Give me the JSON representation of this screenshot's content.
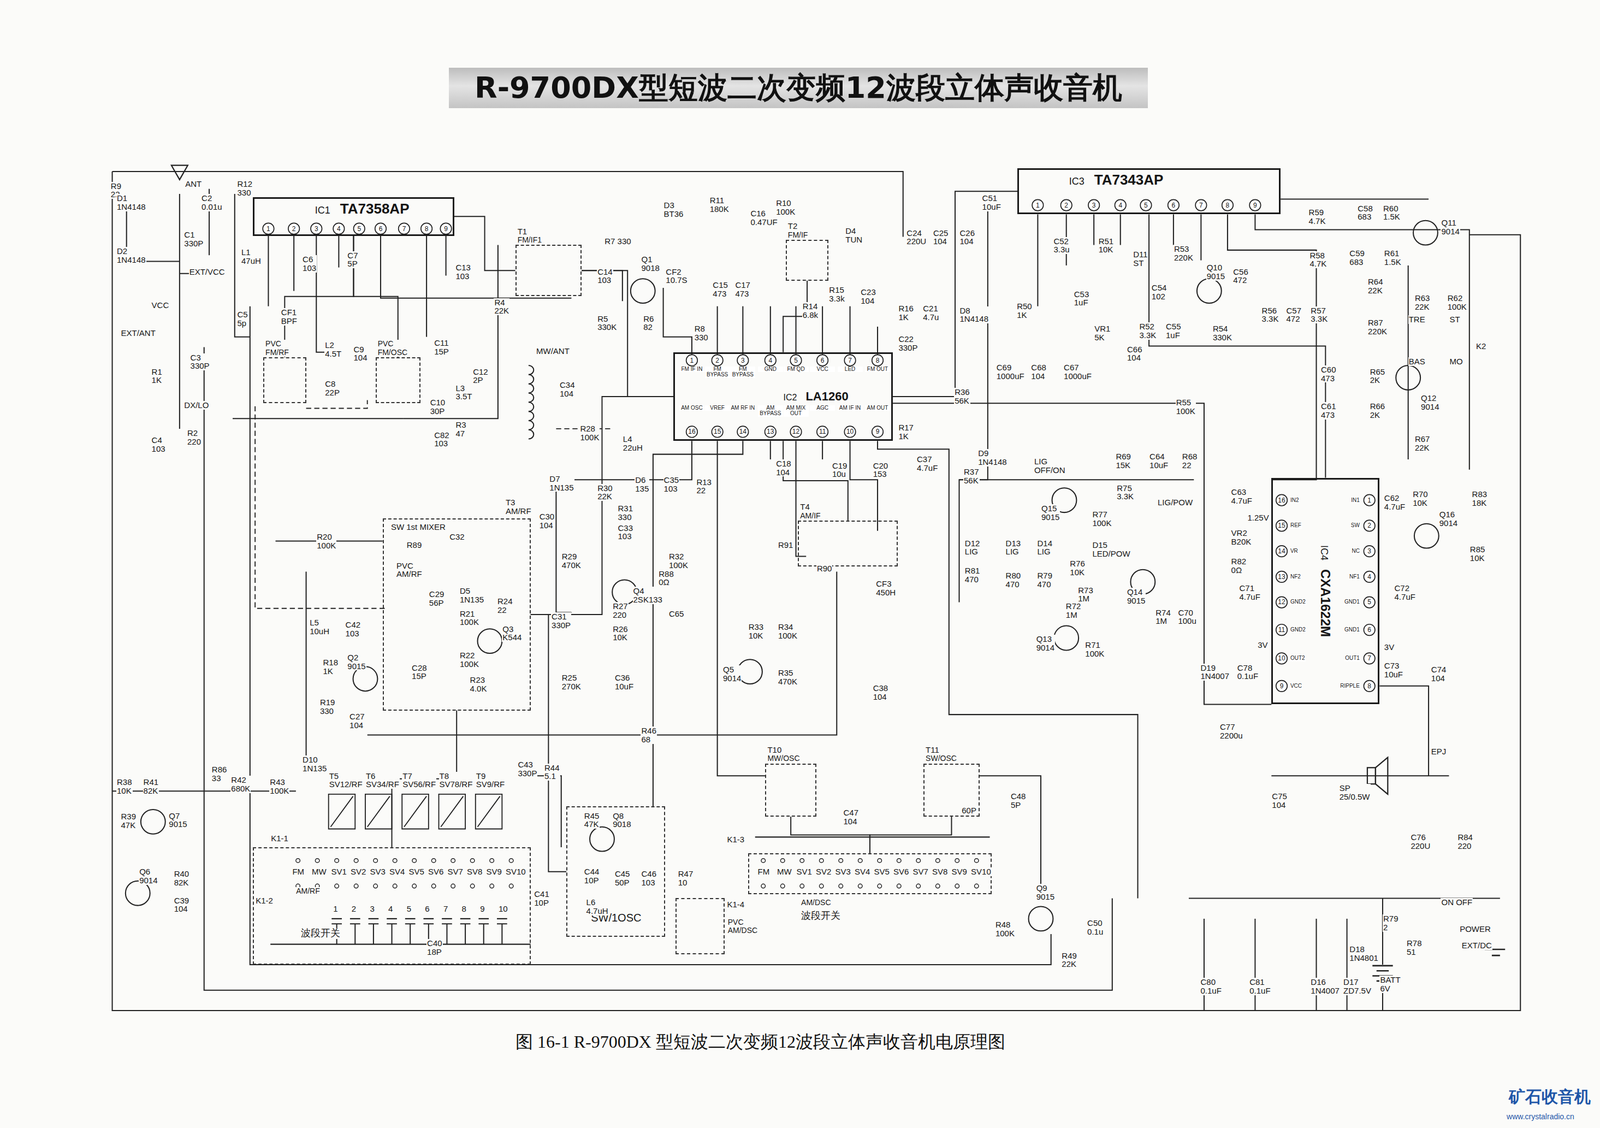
{
  "diagram": {
    "title": "R-9700DX型短波二次变频12波段立体声收音机",
    "caption": "图 16-1  R-9700DX 型短波二次变频12波段立体声收音机电原理图",
    "nodes": [
      {
        "text": [
          "IC1",
          "TA7358AP"
        ]
      },
      {
        "text": [
          "PVC",
          "FM/RF"
        ]
      },
      {
        "text": [
          "PVC",
          "FM/OSC"
        ]
      },
      {
        "text": [
          "T1",
          "FM/IF1"
        ]
      },
      {
        "text": [
          "T2",
          "FM/IF"
        ]
      },
      {
        "text": [
          "IC2",
          "LA1260"
        ]
      },
      {
        "text": [
          "IC3",
          "TA7343AP"
        ]
      },
      {
        "text": [
          "SW 1st MIXER"
        ]
      },
      {
        "text": [
          "T4",
          "AM/IF"
        ]
      },
      {
        "text": [
          "IC4",
          "CXA1622M"
        ]
      },
      {
        "text": [
          "SW/1OSC"
        ]
      },
      {
        "text": [
          "T10",
          "MW/OSC"
        ]
      },
      {
        "text": [
          "T11",
          "SW/OSC"
        ]
      },
      {
        "text": [
          "AM/RF",
          "波段开关"
        ]
      },
      {
        "text": [
          "PVC",
          "AM/DSC"
        ]
      },
      {
        "text": [
          "AM/DSC",
          "波段开关"
        ]
      }
    ],
    "edges": [
      {
        "from": 0,
        "to": 3,
        "arrow": "none"
      },
      {
        "from": 3,
        "to": 5,
        "arrow": "none"
      },
      {
        "from": 5,
        "to": 4,
        "arrow": "none"
      },
      {
        "from": 5,
        "to": 8,
        "arrow": "none"
      },
      {
        "from": 5,
        "to": 6,
        "arrow": "none"
      },
      {
        "from": 6,
        "to": 9,
        "arrow": "none"
      },
      {
        "from": 7,
        "to": 5,
        "arrow": "none"
      },
      {
        "from": 10,
        "to": 7,
        "arrow": "none"
      },
      {
        "from": 15,
        "to": 11,
        "arrow": "none"
      },
      {
        "from": 15,
        "to": 12,
        "arrow": "none"
      },
      {
        "from": 1,
        "to": 0,
        "arrow": "none"
      },
      {
        "from": 2,
        "to": 0,
        "arrow": "none"
      },
      {
        "from": 13,
        "to": 7,
        "arrow": "none"
      }
    ],
    "labels": [
      "R9 22",
      "D1 1N4148",
      "D2 1N4148",
      "ANT",
      "C1 330P",
      "C2 0.01u",
      "R12 330",
      "L1 47uH",
      "EXT/VCC",
      "VCC",
      "EXT/ANT",
      "C3 330P",
      "R1 1K",
      "DX/LO",
      "C4 103",
      "R2 220",
      "C5 5p",
      "CF1 BPF",
      "C6 103",
      "C7 5P",
      "L2 4.5T",
      "C9 104",
      "C8 22P",
      "C11 15P",
      "C12 2P",
      "L3 3.5T",
      "C10 30P",
      "R3 47",
      "C82 103",
      "C13 103",
      "1",
      "2",
      "3",
      "4",
      "5",
      "6",
      "7",
      "8",
      "9",
      "R7 330",
      "C14 103",
      "Q1 9018",
      "CF2 10.7S",
      "R4 22K",
      "R5 330K",
      "R6 82",
      "D3 BT36",
      "R11 180K",
      "C16 0.47UF",
      "R10 100K",
      "C15 473",
      "C17 473",
      "R8 330",
      "D4 TUN",
      "R15 3.3k",
      "R14 6.8k",
      "C23 104",
      "C24 220U",
      "C25 104",
      "C26 104",
      "R16 1K",
      "C21 4.7u",
      "C22 330P",
      "D8 1N4148",
      "1",
      "2",
      "3",
      "4",
      "5",
      "6",
      "7",
      "8",
      "FM IF IN",
      "FM BYPASS",
      "FM BYPASS",
      "GND",
      "FM QD",
      "VCC",
      "LED",
      "FM OUT",
      "16",
      "15",
      "14",
      "13",
      "12",
      "11",
      "10",
      "9",
      "AM OSC",
      "VREF",
      "AM RF IN",
      "AM BYPASS",
      "AM MIX OUT",
      "AGC",
      "AM IF IN",
      "AM OUT",
      "MW/ANT",
      "C34 104",
      "R28 100K",
      "L4 22uH",
      "C18 104",
      "C19 10u",
      "C20 153",
      "R17 1K",
      "C37 4.7uF",
      "D9 1N4148",
      "R37 56K",
      "R36 56K",
      "D7 1N135",
      "C30 104",
      "R30 22K",
      "D6 135",
      "C35 103",
      "R31 330",
      "C33 103",
      "R29 470K",
      "R13 22",
      "R32 100K",
      "R88 0Ω",
      "Q4 2SK133",
      "C65",
      "R27 220",
      "C31 330P",
      "R26 10K",
      "R25 270K",
      "C36 10uF",
      "R91",
      "R90",
      "CF3 450H",
      "R33 10K",
      "R34 100K",
      "Q5 9014",
      "R35 470K",
      "C38 104",
      "T3 AM/RF",
      "R89",
      "C32",
      "PVC AM/RF",
      "C29 56P",
      "D5 1N135",
      "R24 22",
      "R21 100K",
      "Q3 K544",
      "C28 15P",
      "R22 100K",
      "R23 4.0K",
      "Q2 9015",
      "R20 100K",
      "L5 10uH",
      "C42 103",
      "R18 1K",
      "R19 330",
      "C27 104",
      "R46 68",
      "C43 330P",
      "R44 5.1",
      "D10 1N135",
      "R86 33",
      "R38 10K",
      "R41 82K",
      "R39 47K",
      "Q7 9015",
      "R42 680K",
      "R43 100K",
      "Q6 9014",
      "R40 82K",
      "C39 104",
      "T5 SV12/RF",
      "T6 SV34/RF",
      "T7 SV56/RF",
      "T8 SV78/RF",
      "T9 SV9/RF",
      "K1-1",
      "K1-2",
      "FM",
      "MW",
      "SV1",
      "SV2",
      "SV3",
      "SV4",
      "SV5",
      "SV6",
      "SV7",
      "SV8",
      "SV9",
      "SV10",
      "1",
      "2",
      "3",
      "4",
      "5",
      "6",
      "7",
      "8",
      "9",
      "10",
      "C41 10P",
      "C40 18P",
      "R45 47K",
      "Q8 9018",
      "C44 10P",
      "C45 50P",
      "C46 103",
      "L6 4.7uH",
      "K1-3",
      "K1-4",
      "R47 10",
      "FM",
      "MW",
      "SV1",
      "SV2",
      "SV3",
      "SV4",
      "SV5",
      "SV6",
      "SV7",
      "SV8",
      "SV9",
      "SV10",
      "C47 104",
      "C48 5P",
      "60P",
      "Q9 9015",
      "R48 100K",
      "R49 22K",
      "C50 0.1u",
      "1",
      "2",
      "3",
      "4",
      "5",
      "6",
      "7",
      "8",
      "9",
      "C51 10uF",
      "C52 3.3u",
      "R50 1K",
      "C53 1uF",
      "R51 10K",
      "D11 ST",
      "C54 102",
      "R53 220K",
      "Q10 9015",
      "R54 330K",
      "VR1 5K",
      "R52 3.3K",
      "C55 1uF",
      "C66 104",
      "C69 1000uF",
      "C68 104",
      "C67 1000uF",
      "C56 472",
      "R59 4.7K",
      "C58 683",
      "R60 1.5K",
      "Q11 9014",
      "R58 4.7K",
      "C59 683",
      "R61 1.5K",
      "R64 22K",
      "R63 22K",
      "R62 100K",
      "R56 3.3K",
      "C57 472",
      "R57 3.3K",
      "R87 220K",
      "TRE",
      "ST",
      "BAS",
      "MO",
      "K2",
      "C60 473",
      "R65 2K",
      "Q12 9014",
      "C61 473",
      "R66 2K",
      "R67 22K",
      "R55 100K",
      "LIG OFF/ON",
      "R69 15K",
      "C64 10uF",
      "R68 22",
      "R75 3.3K",
      "Q15 9015",
      "R77 100K",
      "LIG/POW",
      "D15 LED/POW",
      "D12 LIG",
      "R81 470",
      "D13 LIG",
      "R80 470",
      "D14 LIG",
      "R79 470",
      "R76 10K",
      "R73 1M",
      "R72 1M",
      "Q14 9015",
      "R74 1M",
      "C70 100u",
      "Q13 9014",
      "R71 100K",
      "VR2 B20K",
      "R82 0Ω",
      "C71 4.7uF",
      "C63 4.7uF",
      "1.25V",
      "16",
      "15",
      "14",
      "13",
      "12",
      "11",
      "10",
      "9",
      "IN2",
      "REF",
      "VR",
      "NF2",
      "GND2",
      "GND2",
      "OUT2",
      "VCC",
      "1",
      "2",
      "3",
      "4",
      "5",
      "6",
      "7",
      "8",
      "IN1",
      "SW",
      "NC",
      "NF1",
      "GND1",
      "GND1",
      "OUT1",
      "RIPPLE",
      "C62 4.7uF",
      "R70 10K",
      "R83 18K",
      "Q16 9014",
      "R85 10K",
      "C72 4.7uF",
      "3V",
      "3V",
      "C73 10uF",
      "C74 104",
      "D19 1N4007",
      "C78 0.1uF",
      "C77 2200u",
      "C75 104",
      "SP 25/0.5W",
      "EPJ",
      "C76 220U",
      "R84 220",
      "ON OFF",
      "POWER",
      "R79 2",
      "D18 1N4801",
      "R78 51",
      "EXT/DC",
      "BATT 6V",
      "C80 0.1uF",
      "C81 0.1uF",
      "D16 1N4007",
      "D17 ZD7.5V",
      "矿石收音机",
      "www.crystalradio.cn"
    ]
  }
}
